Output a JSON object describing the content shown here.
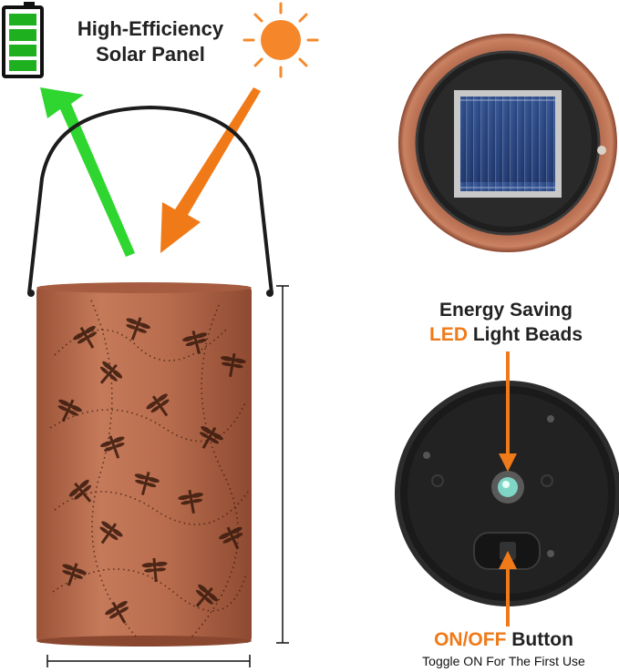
{
  "labels": {
    "solar_line1": "High-Efficiency",
    "solar_line2": "Solar Panel",
    "led_line1": "Energy Saving",
    "led_highlight": "LED",
    "led_rest": " Light Beads",
    "button_highlight": "ON/OFF",
    "button_rest": " Button",
    "button_note": "Toggle ON For The First Use"
  },
  "colors": {
    "accent_orange": "#ef7a1a",
    "arrow_green": "#2fd62f",
    "copper": "#b66a4c",
    "battery_green": "#1fb01f"
  },
  "icons": [
    "battery-icon",
    "sun-icon"
  ]
}
